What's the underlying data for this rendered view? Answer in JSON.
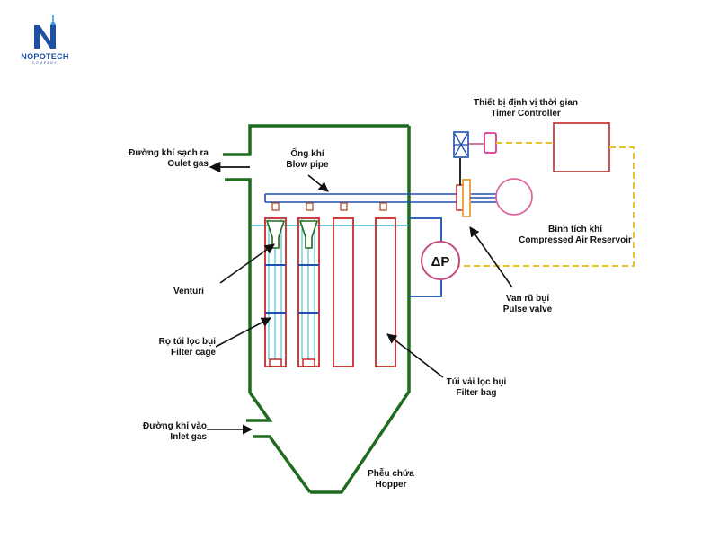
{
  "brand": {
    "name": "NOPOTECH",
    "tagline": "COMPANY",
    "color": "#1d4fa3"
  },
  "colors": {
    "housing": "#1f6b1f",
    "blow_pipe": "#1f4fb0",
    "filter_bag": "#c82828",
    "signal_line": "#e8c32a",
    "tube_sheet": "#35b5c8",
    "reservoir": "#e06aa0",
    "valve_body": "#e0a030"
  },
  "labels": {
    "outlet_vi": "Đường khí sạch ra",
    "outlet_en": "Oulet gas",
    "blowpipe_vi": "Ống khí",
    "blowpipe_en": "Blow pipe",
    "timer_vi": "Thiết bị định vị thời gian",
    "timer_en": "Timer Controller",
    "reservoir_vi": "Bình tích khí",
    "reservoir_en": "Compressed Air Reservoir",
    "venturi": "Venturi",
    "pulse_vi": "Van rũ bụi",
    "pulse_en": "Pulse valve",
    "cage_vi": "Rọ túi lọc bụi",
    "cage_en": "Filter cage",
    "bag_vi": "Túi vải lọc bụi",
    "bag_en": "Filter bag",
    "inlet_vi": "Đường khí vào",
    "inlet_en": "Inlet gas",
    "hopper_vi": "Phễu chứa",
    "hopper_en": "Hopper",
    "gauge_symbol": "ΔP"
  }
}
